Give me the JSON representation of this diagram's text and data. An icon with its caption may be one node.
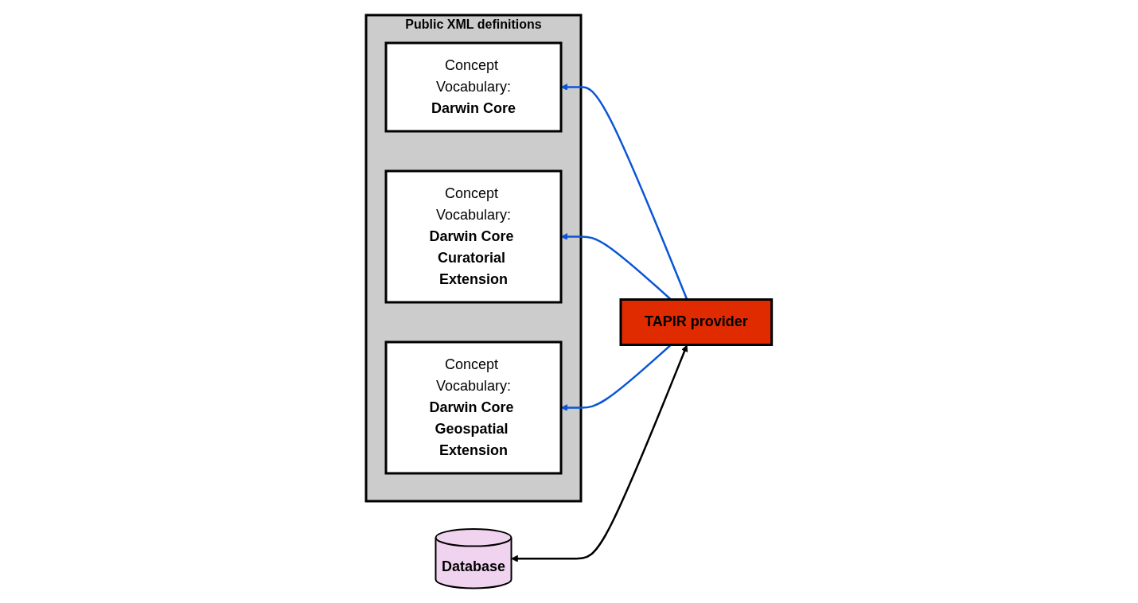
{
  "diagram": {
    "nodes": [
      {
        "text": [
          "Public XML definitions"
        ]
      },
      {
        "text": [
          "Concept Vocabulary:",
          "Darwin Core"
        ],
        "in": 0
      },
      {
        "text": [
          "Concept Vocabulary:",
          "Darwin Core Curatorial Extension"
        ],
        "in": 0
      },
      {
        "text": [
          "Concept Vocabulary:",
          "Darwin Core Geospatial Extension"
        ],
        "in": 0
      },
      {
        "text": [
          "TAPIR provider"
        ]
      },
      {
        "text": [
          "Database"
        ]
      }
    ],
    "edges": [
      {
        "from": 4,
        "to": 1,
        "arrow": "to",
        "color": "#0a55d6"
      },
      {
        "from": 4,
        "to": 2,
        "arrow": "to",
        "color": "#0a55d6"
      },
      {
        "from": 4,
        "to": 3,
        "arrow": "to",
        "color": "#0a55d6"
      },
      {
        "from": 4,
        "to": 5,
        "arrow": "both",
        "color": "#000000"
      }
    ]
  }
}
